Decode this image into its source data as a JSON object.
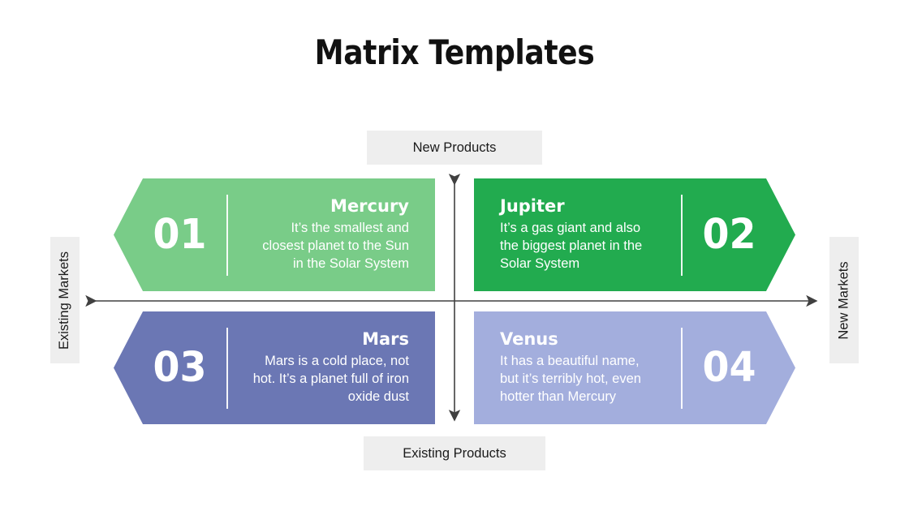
{
  "title": "Matrix Templates",
  "axis_labels": {
    "top": "New Products",
    "bottom": "Existing Products",
    "left": "Existing Markets",
    "right": "New Markets"
  },
  "colors": {
    "quad_01": "#79cc88",
    "quad_02": "#22ab4f",
    "quad_03": "#6b77b4",
    "quad_04": "#a3aedd",
    "chip_bg": "#eeeeee",
    "axis": "#404040",
    "title": "#111111"
  },
  "quadrants": [
    {
      "number": "01",
      "title": "Mercury",
      "description": "It’s the smallest and closest planet to the Sun in the Solar System",
      "position": "top-left",
      "arrow": "left",
      "align": "right"
    },
    {
      "number": "02",
      "title": "Jupiter",
      "description": "It’s a gas giant and also the biggest planet in the Solar System",
      "position": "top-right",
      "arrow": "right",
      "align": "left"
    },
    {
      "number": "03",
      "title": "Mars",
      "description": "Mars is a cold place, not hot. It’s a planet full of iron oxide dust",
      "position": "bottom-left",
      "arrow": "left",
      "align": "right"
    },
    {
      "number": "04",
      "title": "Venus",
      "description": "It has a beautiful name, but it’s terribly hot, even hotter than Mercury",
      "position": "bottom-right",
      "arrow": "right",
      "align": "left"
    }
  ]
}
